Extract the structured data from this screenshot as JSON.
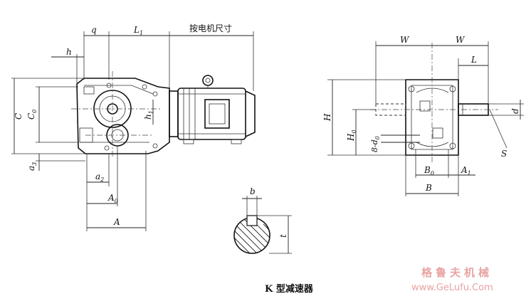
{
  "caption": "K 型减速器",
  "watermark": {
    "line1": "格鲁夫机械",
    "line2": "www.GeLufu.Com"
  },
  "motor_dim_label": "按电机尺寸",
  "labels": {
    "q": "q",
    "L1": "L",
    "L1_sub": "1",
    "h": "h",
    "h1": "h",
    "h1_sub": "1",
    "C": "C",
    "C0": "C",
    "C0_sub": "0",
    "a3": "a",
    "a3_sub": "3",
    "a2": "a",
    "a2_sub": "2",
    "A0": "A",
    "A0_sub": "0",
    "A": "A",
    "b": "b",
    "t": "t",
    "W_left": "W",
    "W_right": "W",
    "L": "L",
    "d": "d",
    "H": "H",
    "H0": "H",
    "H0_sub": "0",
    "bolt": "8-d",
    "bolt_sub": "0",
    "S": "S",
    "B0": "B",
    "B0_sub": "0",
    "A1": "A",
    "A1_sub": "1",
    "B": "B"
  }
}
